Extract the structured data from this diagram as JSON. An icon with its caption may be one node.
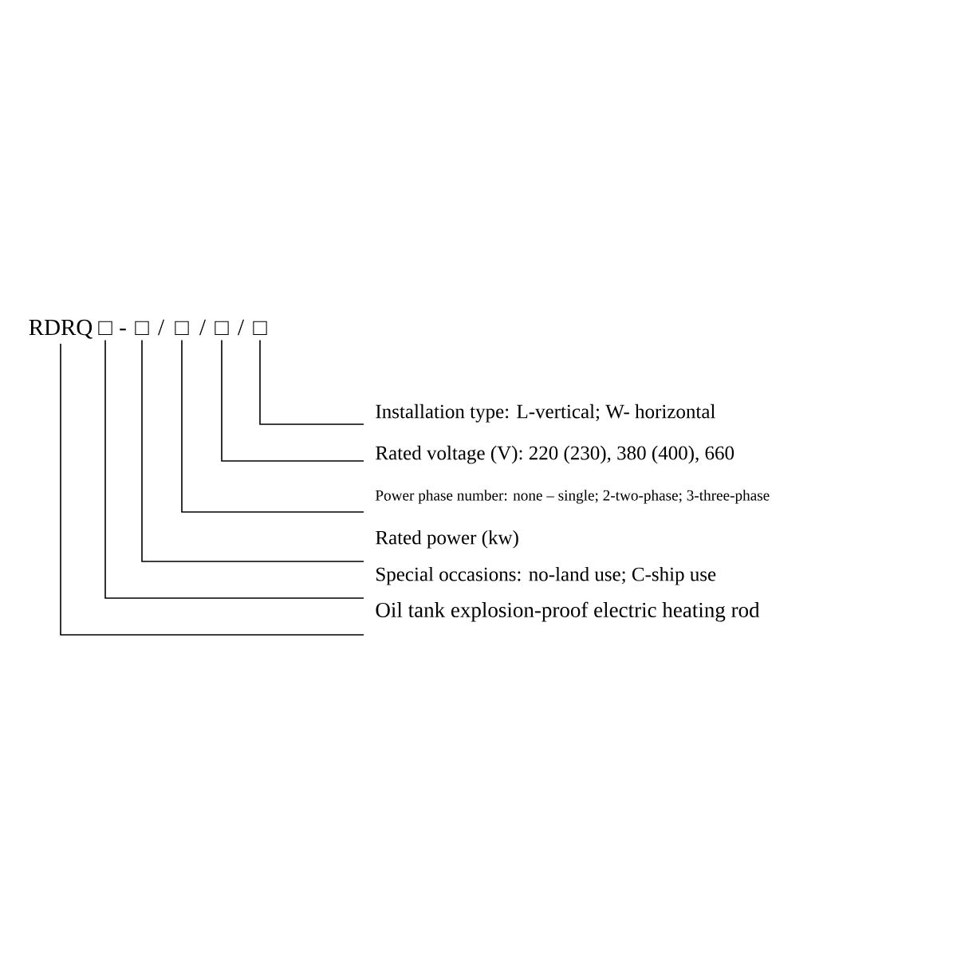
{
  "diagram": {
    "nodes": [
      {
        "text": [
          "RDRQ"
        ]
      },
      {
        "text": [
          "□"
        ]
      },
      {
        "text": [
          "□"
        ]
      },
      {
        "text": [
          "□"
        ]
      },
      {
        "text": [
          "□"
        ]
      },
      {
        "text": [
          "□"
        ]
      },
      {
        "text": [
          "Installation type: L-vertical; W- horizontal"
        ]
      },
      {
        "text": [
          "Rated voltage (V): 220 (230), 380 (400), 660"
        ]
      },
      {
        "text": [
          "Power phase number: none – single; 2-two-phase; 3-three-phase"
        ]
      },
      {
        "text": [
          "Rated power (kw)"
        ]
      },
      {
        "text": [
          "Special occasions: no-land use; C-ship use"
        ]
      },
      {
        "text": [
          "Oil tank explosion-proof electric heating rod"
        ]
      }
    ],
    "edges": [
      {
        "from": 6,
        "to": 5,
        "arrow": "none"
      },
      {
        "from": 7,
        "to": 4,
        "arrow": "none"
      },
      {
        "from": 8,
        "to": 3,
        "arrow": "none"
      },
      {
        "from": 9,
        "to": 2,
        "arrow": "none"
      },
      {
        "from": 10,
        "to": 1,
        "arrow": "none"
      },
      {
        "from": 11,
        "to": 0,
        "arrow": "none"
      }
    ],
    "labels": [
      "-",
      "/",
      "/",
      "/"
    ]
  }
}
